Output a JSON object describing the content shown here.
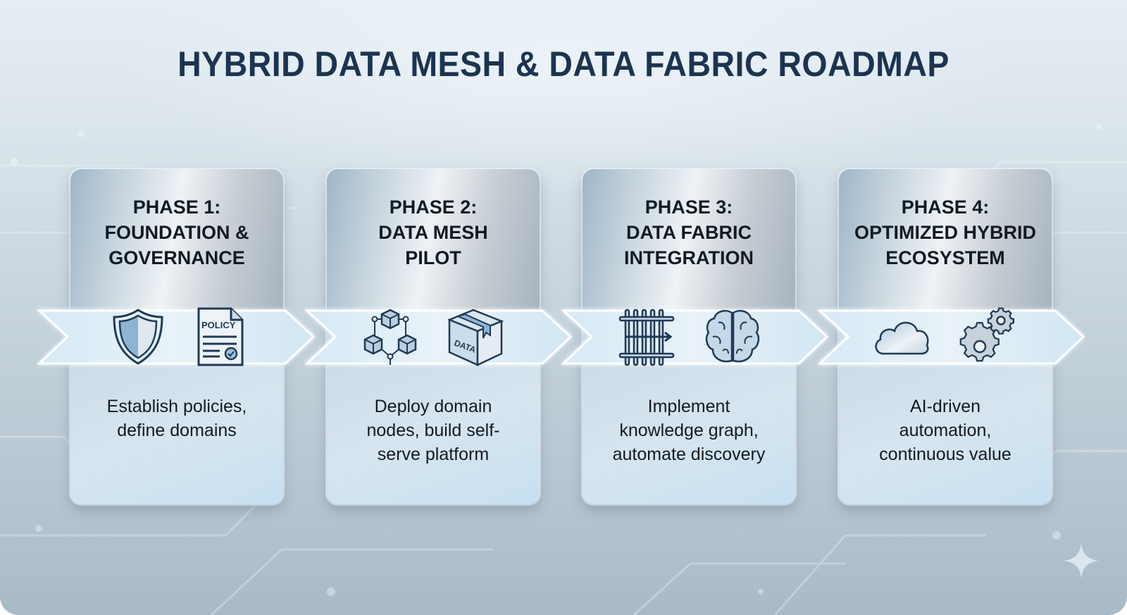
{
  "title": "HYBRID DATA MESH & DATA FABRIC ROADMAP",
  "accent_color": "#1c3450",
  "phases": [
    {
      "title_lines": [
        "PHASE 1:",
        "FOUNDATION &",
        "GOVERNANCE"
      ],
      "icons": [
        "shield-icon",
        "policy-document-icon"
      ],
      "policy_label": "POLICY",
      "description_lines": [
        "Establish policies,",
        "define domains"
      ]
    },
    {
      "title_lines": [
        "PHASE 2:",
        "DATA MESH",
        "PILOT"
      ],
      "icons": [
        "network-cubes-icon",
        "data-box-icon"
      ],
      "box_label": "DATA",
      "description_lines": [
        "Deploy domain",
        "nodes, build self-",
        "serve platform"
      ]
    },
    {
      "title_lines": [
        "PHASE 3:",
        "DATA FABRIC",
        "INTEGRATION"
      ],
      "icons": [
        "fabric-grid-icon",
        "brain-icon"
      ],
      "description_lines": [
        "Implement",
        "knowledge graph,",
        "automate discovery"
      ]
    },
    {
      "title_lines": [
        "PHASE 4:",
        "OPTIMIZED HYBRID",
        "ECOSYSTEM"
      ],
      "icons": [
        "cloud-icon",
        "gears-icon"
      ],
      "description_lines": [
        "AI-driven",
        "automation,",
        "continuous value"
      ]
    }
  ],
  "watermark": "sparkle-icon"
}
